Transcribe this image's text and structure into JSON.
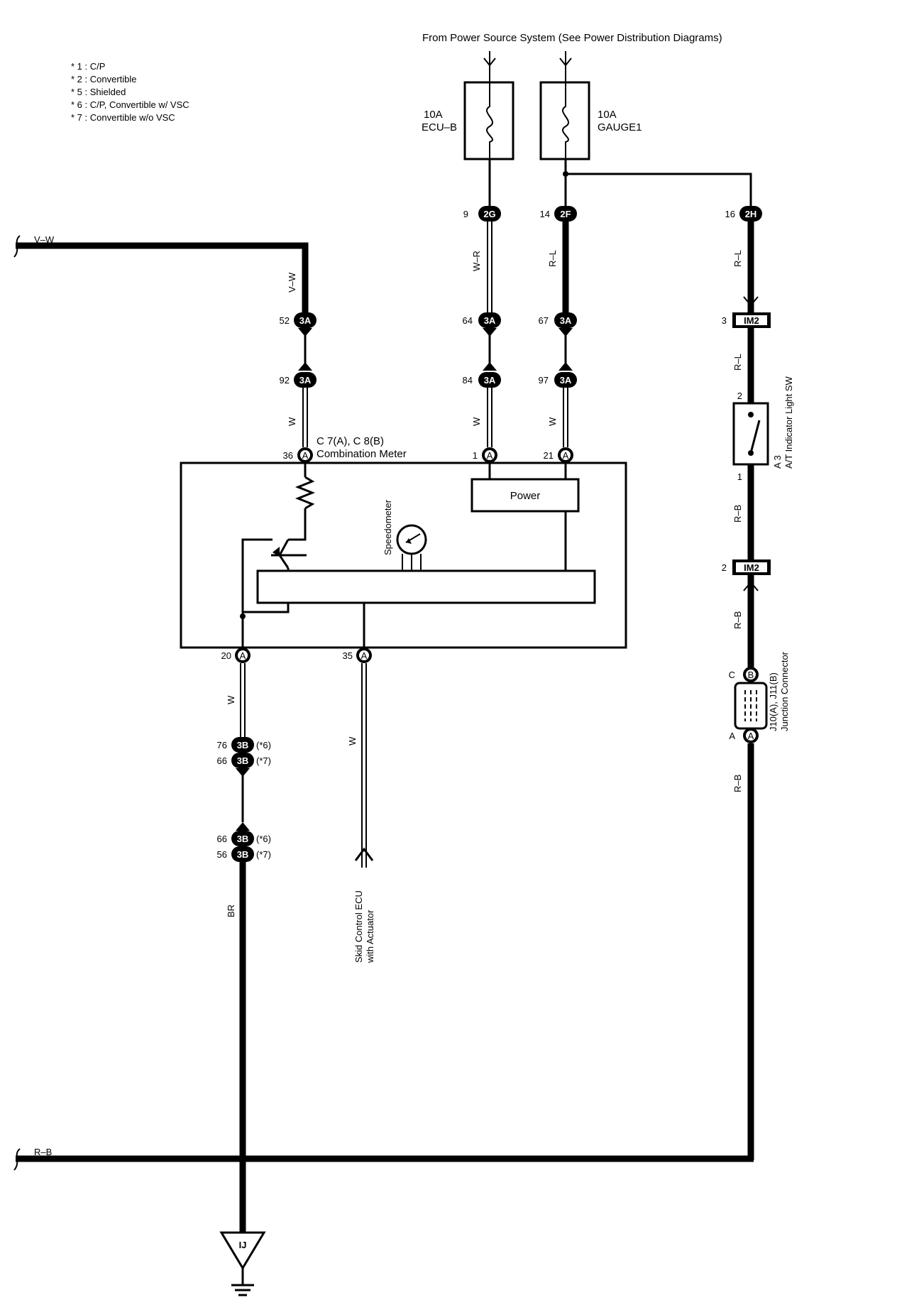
{
  "header": {
    "power_source": "From Power Source System (See Power Distribution Diagrams)"
  },
  "notes": [
    "* 1 : C/P",
    "* 2 : Convertible",
    "* 5 : Shielded",
    "* 6 : C/P,  Convertible w/ VSC",
    "* 7 : Convertible w/o VSC"
  ],
  "fuses": {
    "ecub": {
      "amp": "10A",
      "name": "ECU–B"
    },
    "gauge1": {
      "amp": "10A",
      "name": "GAUGE1"
    }
  },
  "wire_colors": {
    "vw": "V–W",
    "wr": "W–R",
    "rl": "R–L",
    "w": "W",
    "rb": "R–B",
    "br": "BR"
  },
  "connectors": {
    "c_2g": "2G",
    "c_2f": "2F",
    "c_2h": "2H",
    "c_3a": "3A",
    "c_3b": "3B",
    "c_im2": "IM2",
    "c_a": "A",
    "c_b": "B",
    "c_ij": "IJ"
  },
  "pins": {
    "p9": "9",
    "p14": "14",
    "p16": "16",
    "p52": "52",
    "p64": "64",
    "p67": "67",
    "p92": "92",
    "p84": "84",
    "p97": "97",
    "p36": "36",
    "p1": "1",
    "p21": "21",
    "p20": "20",
    "p35": "35",
    "p76": "76",
    "p66a": "66",
    "p66b": "66",
    "p56": "56",
    "p3": "3",
    "p2a": "2",
    "p1sw": "1",
    "p2b": "2",
    "pC": "C",
    "pA": "A"
  },
  "variants": {
    "v6": "(*6)",
    "v7": "(*7)"
  },
  "meter": {
    "connectors": "C 7(A), C 8(B)",
    "name": "Combination Meter",
    "power": "Power",
    "speedometer": "Speedometer"
  },
  "switch": {
    "code": "A 3",
    "name": "A/T Indicator Light SW"
  },
  "junction": {
    "code": "J10(A), J11(B)",
    "name": "Junction Connector"
  },
  "skid": {
    "line1": "Skid Control ECU",
    "line2": "with Actuator"
  }
}
